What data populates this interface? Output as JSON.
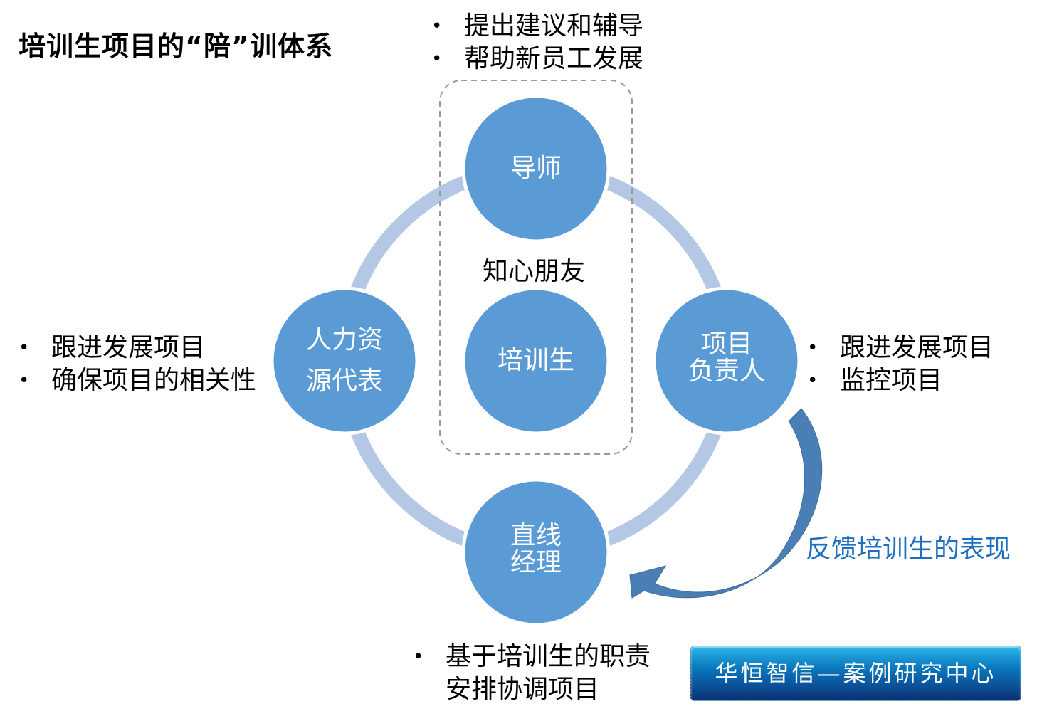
{
  "title": "培训生项目的“陪”训体系",
  "mentor": {
    "label": "导师",
    "bullets": [
      "提出建议和辅导",
      "帮助新员工发展"
    ]
  },
  "friend_label": "知心朋友",
  "trainee": {
    "label": "培训生"
  },
  "hr": {
    "label_line1": "人力资",
    "label_line2": "源代表",
    "bullets": [
      "跟进发展项目",
      "确保项目的相关性"
    ]
  },
  "project_lead": {
    "label_line1": "项目",
    "label_line2": "负责人",
    "bullets": [
      "跟进发展项目",
      "监控项目"
    ]
  },
  "line_manager": {
    "label_line1": "直线",
    "label_line2": "经理",
    "bullets": [
      "基于培训生的职责",
      "安排协调项目"
    ]
  },
  "feedback_label": "反馈培训生的表现",
  "logo_text": "华恒智信—案例研究中心",
  "colors": {
    "circle": "#5b9bd5",
    "ring": "#b4c8e6",
    "arrow": "#4a7fb5",
    "feedback_text": "#1f6fc1"
  }
}
